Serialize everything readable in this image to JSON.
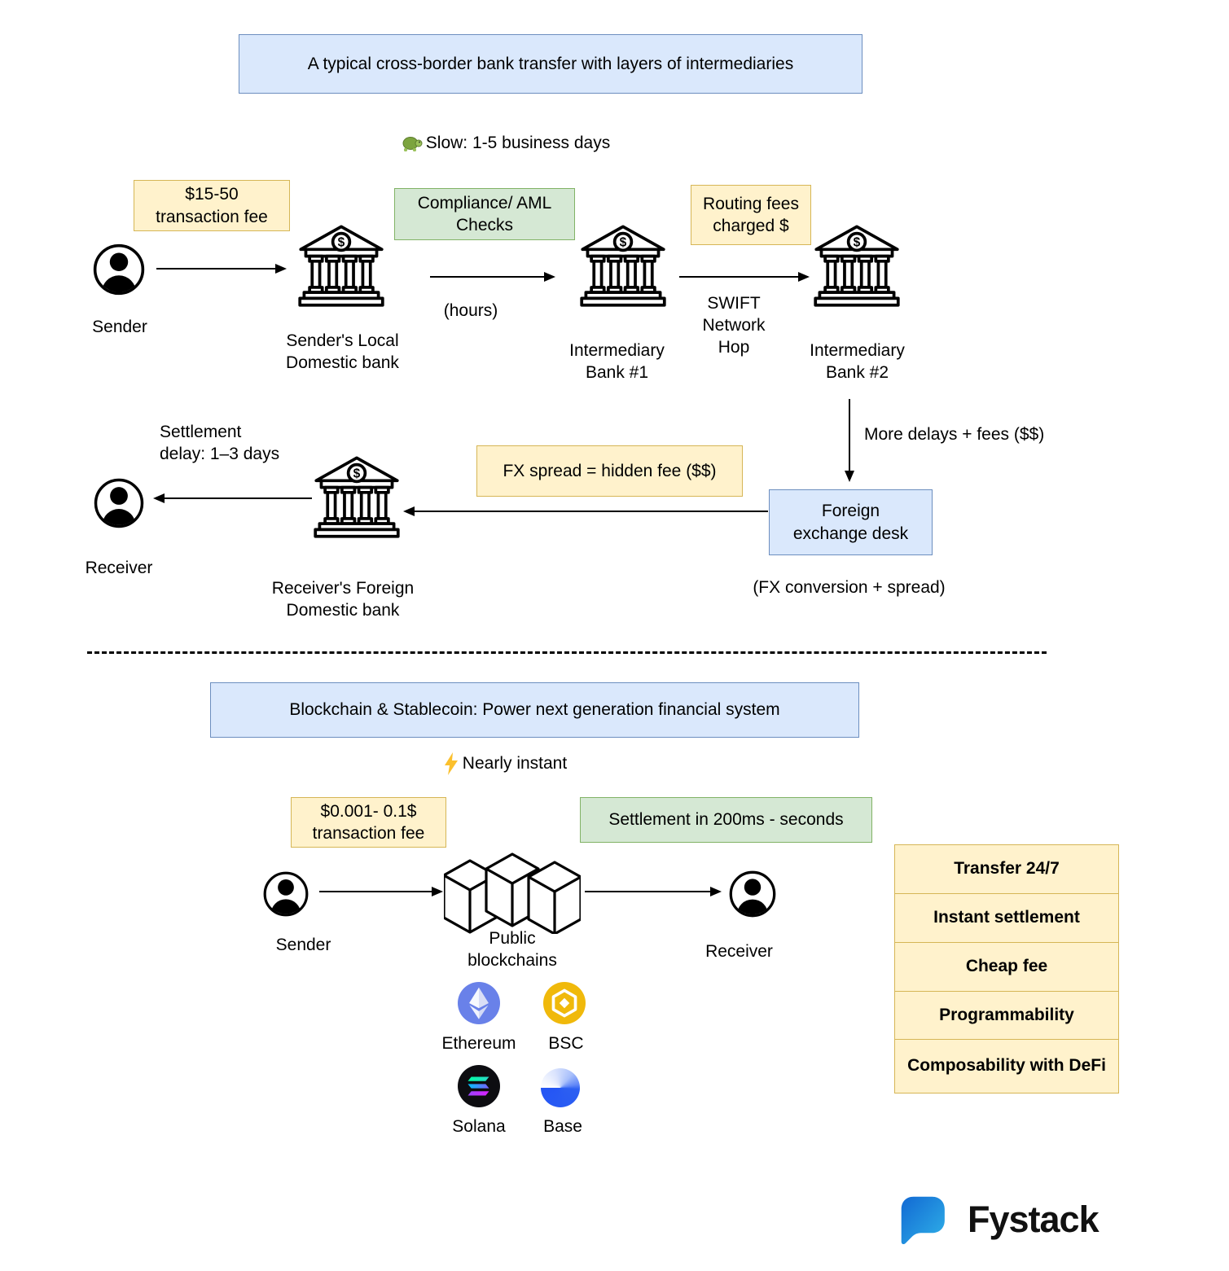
{
  "colors": {
    "box_blue_fill": "#DAE8FC",
    "box_blue_border": "#6C8EBF",
    "box_yellow_fill": "#FFF2CC",
    "box_yellow_border": "#D6B656",
    "box_green_fill": "#D5E8D4",
    "box_green_border": "#82B366",
    "ethereum": "#6981E9",
    "bsc": "#F0B90B",
    "solana_bg": "#0d0d11",
    "base_blue": "#2455F4",
    "brand_blue_start": "#1269D3",
    "brand_blue_end": "#2FB1E8"
  },
  "top": {
    "title": "A typical cross-border bank transfer with layers of intermediaries",
    "speed_icon_char": "🐢",
    "speed_note": "Slow: 1-5 business days",
    "fee_box": "$15-50\ntransaction fee",
    "sender_label": "Sender",
    "sender_bank_label": "Sender's Local\nDomestic bank",
    "compliance_box": "Compliance/ AML\nChecks",
    "hours_label": "(hours)",
    "intermediary1_label": "Intermediary\nBank #1",
    "routing_box": "Routing fees\ncharged $",
    "swift_label": "SWIFT\nNetwork\nHop",
    "intermediary2_label": "Intermediary\nBank #2",
    "delays_label": "More delays + fees ($$)",
    "fx_desk_box": "Foreign\nexchange desk",
    "fx_conversion_label": "(FX conversion + spread)",
    "fx_spread_box": "FX spread = hidden fee ($$)",
    "receiver_bank_label": "Receiver's Foreign\nDomestic bank",
    "settlement_label": "Settlement\ndelay: 1–3 days",
    "receiver_label": "Receiver"
  },
  "bottom": {
    "title": "Blockchain & Stablecoin: Power next generation financial system",
    "speed_icon_char": "⚡",
    "speed_note": "Nearly instant",
    "fee_box": "$0.001- 0.1$\ntransaction fee",
    "settlement_box": "Settlement in 200ms - seconds",
    "sender_label": "Sender",
    "blockchains_label": "Public\nblockchains",
    "receiver_label": "Receiver",
    "chains": [
      {
        "name": "Ethereum"
      },
      {
        "name": "BSC"
      },
      {
        "name": "Solana"
      },
      {
        "name": "Base"
      }
    ],
    "benefits": [
      "Transfer 24/7",
      "Instant settlement",
      "Cheap fee",
      "Programmability",
      "Composability with DeFi"
    ]
  },
  "brand": {
    "name": "Fystack"
  }
}
